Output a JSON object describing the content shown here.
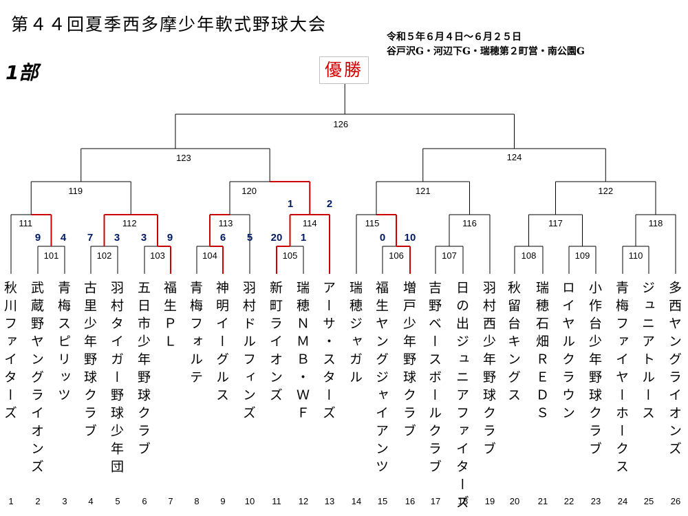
{
  "header": {
    "title": "第４４回夏季西多摩少年軟式野球大会",
    "date_line": "令和５年６月４日～６月２５日",
    "venue_line": "谷戸沢G・河辺下G・瑞穂第２町営・南公園G",
    "division": "1部",
    "champion_label": "優勝"
  },
  "colors": {
    "winner_line": "#cc0000",
    "line": "#000000",
    "score": "#001a66"
  },
  "teams": [
    {
      "num": "1",
      "name": "秋川ファイターズ"
    },
    {
      "num": "2",
      "name": "武蔵野ヤングライオンズ"
    },
    {
      "num": "3",
      "name": "青梅スピリッツ"
    },
    {
      "num": "4",
      "name": "古里少年野球クラブ"
    },
    {
      "num": "5",
      "name": "羽村タイガー野球少年団"
    },
    {
      "num": "6",
      "name": "五日市少年野球クラブ"
    },
    {
      "num": "7",
      "name": "福生ＰＬ"
    },
    {
      "num": "8",
      "name": "青梅フォルテ"
    },
    {
      "num": "9",
      "name": "神明イーグルス"
    },
    {
      "num": "10",
      "name": "羽村ドルフィンズ"
    },
    {
      "num": "11",
      "name": "新町ライオンズ"
    },
    {
      "num": "12",
      "name": "瑞穂ＮＭＢ・ＷＦ"
    },
    {
      "num": "13",
      "name": "アーサ・スターズ"
    },
    {
      "num": "14",
      "name": "瑞穂ジャガル"
    },
    {
      "num": "15",
      "name": "福生ヤングジャイアンツ"
    },
    {
      "num": "16",
      "name": "増戸少年野球クラブ"
    },
    {
      "num": "17",
      "name": "吉野ベースボールクラブ"
    },
    {
      "num": "18",
      "name": "日の出ジュニアファイターズ"
    },
    {
      "num": "19",
      "name": "羽村西少年野球クラブ"
    },
    {
      "num": "20",
      "name": "秋留台キングス"
    },
    {
      "num": "21",
      "name": "瑞穂石畑ＲＥＤＳ"
    },
    {
      "num": "22",
      "name": "ロイヤルクラウン"
    },
    {
      "num": "23",
      "name": "小作台少年野球クラブ"
    },
    {
      "num": "24",
      "name": "青梅ファイヤーホークス"
    },
    {
      "num": "25",
      "name": "ジュニアトルース"
    },
    {
      "num": "26",
      "name": "多西ヤングライオンズ"
    }
  ],
  "games": [
    {
      "id": "101",
      "a": "T2",
      "b": "T3"
    },
    {
      "id": "102",
      "a": "T4",
      "b": "T5"
    },
    {
      "id": "103",
      "a": "T6",
      "b": "T7",
      "winner": "b"
    },
    {
      "id": "104",
      "a": "T8",
      "b": "T9",
      "winner": "b"
    },
    {
      "id": "105",
      "a": "T11",
      "b": "T12",
      "winner": "a"
    },
    {
      "id": "106",
      "a": "T15",
      "b": "T16",
      "winner": "b"
    },
    {
      "id": "107",
      "a": "T17",
      "b": "T18"
    },
    {
      "id": "108",
      "a": "T20",
      "b": "T21"
    },
    {
      "id": "109",
      "a": "T22",
      "b": "T23"
    },
    {
      "id": "110",
      "a": "T24",
      "b": "T25"
    },
    {
      "id": "111",
      "a": "T1",
      "b": "101",
      "winner": "b",
      "score_a": "9",
      "score_b": "4"
    },
    {
      "id": "112",
      "a": "102",
      "b": "103",
      "winner": "both",
      "score_a": "7",
      "score_b": "3",
      "score_c": "3",
      "score_d": "9"
    },
    {
      "id": "113",
      "a": "104",
      "b": "T10",
      "winner": "a",
      "score_a": "6",
      "score_b": "5"
    },
    {
      "id": "114",
      "a": "105",
      "b": "T13",
      "winner": "both",
      "score_a": "20",
      "score_b": "1"
    },
    {
      "id": "115",
      "a": "T14",
      "b": "106",
      "winner": "b",
      "score_a": "0",
      "score_b": "10"
    },
    {
      "id": "116",
      "a": "107",
      "b": "T19"
    },
    {
      "id": "117",
      "a": "108",
      "b": "109"
    },
    {
      "id": "118",
      "a": "110",
      "b": "T26"
    },
    {
      "id": "119",
      "a": "111",
      "b": "112"
    },
    {
      "id": "120",
      "a": "113",
      "b": "114",
      "winner": "b",
      "score_a": "1",
      "score_b": "2"
    },
    {
      "id": "121",
      "a": "115",
      "b": "116"
    },
    {
      "id": "122",
      "a": "117",
      "b": "118"
    },
    {
      "id": "123",
      "a": "119",
      "b": "120"
    },
    {
      "id": "124",
      "a": "121",
      "b": "122"
    },
    {
      "id": "126",
      "a": "123",
      "b": "124"
    }
  ]
}
